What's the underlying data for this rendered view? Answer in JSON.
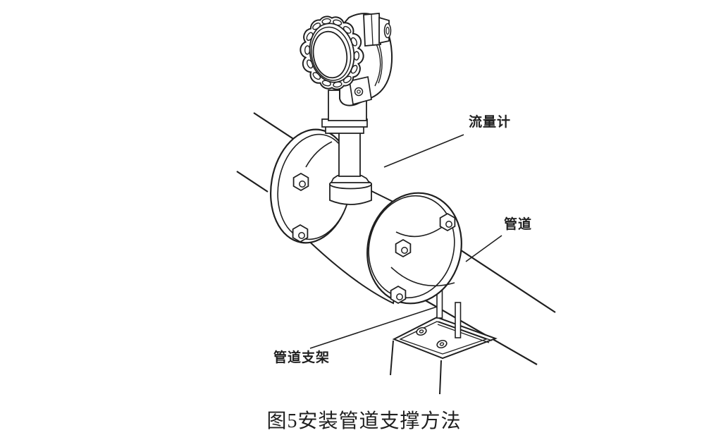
{
  "figure": {
    "caption": "图5安装管道支撑方法",
    "callouts": {
      "flowmeter": "流量计",
      "pipe": "管道",
      "pipe_support": "管道支架"
    },
    "colors": {
      "ink": "#1f1f1f",
      "paper": "#ffffff"
    }
  }
}
